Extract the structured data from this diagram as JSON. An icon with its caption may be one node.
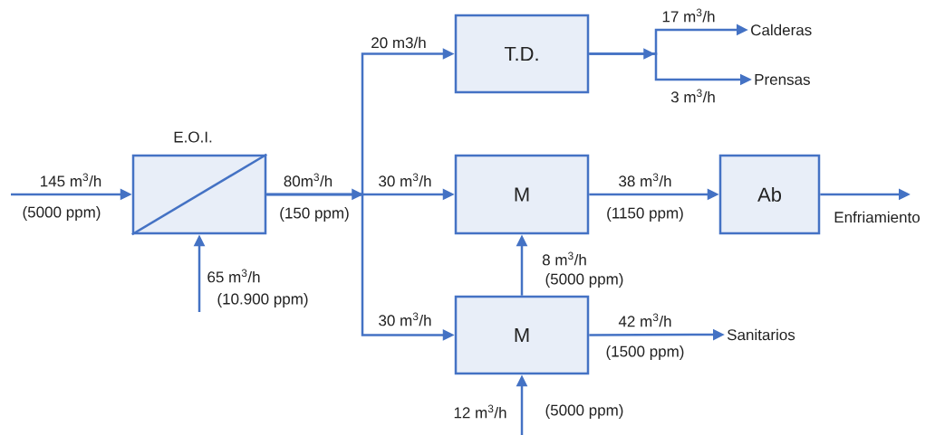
{
  "diagram": {
    "nodes": [
      {
        "text": [
          "E.O.I."
        ]
      },
      {
        "text": [
          "T.D."
        ]
      },
      {
        "text": [
          "M"
        ]
      },
      {
        "text": [
          "Ab"
        ]
      },
      {
        "text": [
          "M"
        ]
      },
      {
        "text": [
          "Calderas"
        ]
      },
      {
        "text": [
          "Prensas"
        ]
      },
      {
        "text": [
          "Sanitarios"
        ]
      }
    ],
    "edges": [
      {
        "from": null,
        "to": 0,
        "arrow": "to",
        "label": "145 m$^{3}$/h"
      },
      {
        "from": null,
        "to": 0,
        "arrow": "to",
        "label": "65 m$^{3}$/h"
      },
      {
        "from": 0,
        "to": 1,
        "arrow": "to",
        "label": "20 m3/h"
      },
      {
        "from": 0,
        "to": 2,
        "arrow": "to",
        "label": "30 m$^{3}$/h"
      },
      {
        "from": 0,
        "to": 4,
        "arrow": "to",
        "label": "30 m$^{3}$/h"
      },
      {
        "from": 1,
        "to": 5,
        "arrow": "to",
        "label": "17 m$^{3}$/h"
      },
      {
        "from": 1,
        "to": 6,
        "arrow": "to",
        "label": "3 m$^{3}$/h"
      },
      {
        "from": 2,
        "to": 3,
        "arrow": "to",
        "label": "38 m$^{3}$/h"
      },
      {
        "from": 3,
        "to": null,
        "arrow": "to",
        "label": "Enfriamiento"
      },
      {
        "from": 4,
        "to": 2,
        "arrow": "to",
        "label": "8 m$^{3}$/h"
      },
      {
        "from": 4,
        "to": 7,
        "arrow": "to",
        "label": "42 m$^{3}$/h"
      },
      {
        "from": null,
        "to": 4,
        "arrow": "to",
        "label": "12 m$^{3}$/h"
      }
    ],
    "labels": [
      "(5000 ppm)",
      "80m$^{3}$/h",
      "(150 ppm)",
      "(10.900 ppm)",
      "(1150 ppm)",
      "(5000 ppm)",
      "(1500 ppm)",
      "(5000 ppm)"
    ]
  }
}
